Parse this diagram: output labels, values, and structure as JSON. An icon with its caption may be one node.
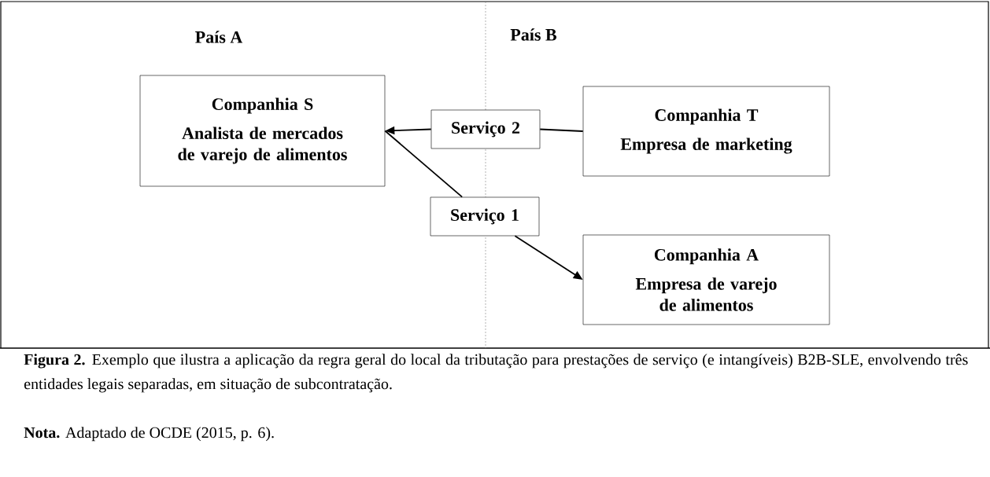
{
  "diagram": {
    "caption": "**Figura 2.** Exemplo que ilustra a aplicação da regra geral do local da tributação para prestações de serviço (e intangíveis) B2B-SLE, envolvendo três entidades legais separadas, em situação de subcontratação.",
    "nodes": [
      {
        "text": [
          "Companhia S",
          "Analista de mercados de varejo de alimentos"
        ]
      },
      {
        "text": [
          "Serviço 2"
        ]
      },
      {
        "text": [
          "Companhia T",
          "Empresa de marketing"
        ]
      },
      {
        "text": [
          "Serviço 1"
        ]
      },
      {
        "text": [
          "Companhia A",
          "Empresa de varejo de alimentos"
        ]
      }
    ],
    "edges": [
      {
        "from": 2,
        "to": 1,
        "arrow": "none"
      },
      {
        "from": 1,
        "to": 0,
        "arrow": "to"
      },
      {
        "from": 0,
        "to": 3,
        "arrow": "none"
      },
      {
        "from": 3,
        "to": 4,
        "arrow": "to"
      }
    ],
    "labels": [
      "País A",
      "País B",
      "**Nota.** Adaptado de OCDE (2015, p. 6)."
    ]
  }
}
